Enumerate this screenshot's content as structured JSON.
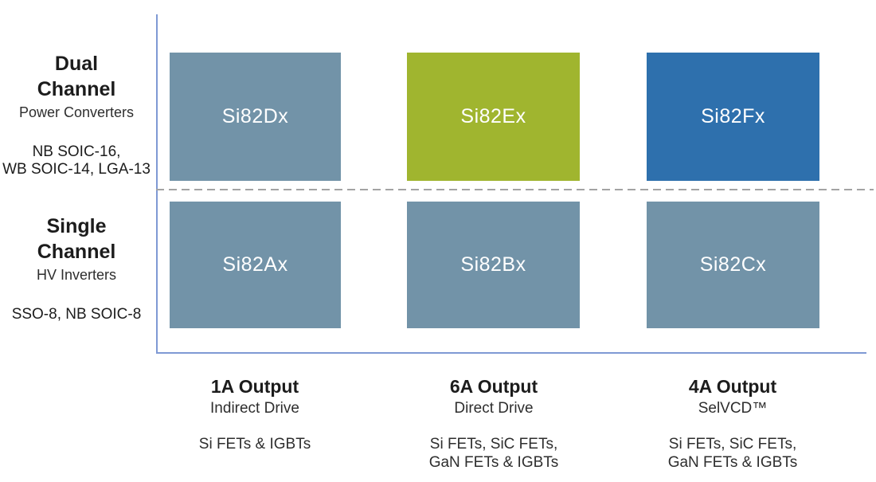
{
  "matrix": {
    "rows": [
      {
        "title": "Dual\nChannel",
        "subtitle": "Power Converters",
        "packages": "NB SOIC-16,\nWB SOIC-14, LGA-13",
        "cells": [
          {
            "label": "Si82Dx",
            "color": "#7293A8"
          },
          {
            "label": "Si82Ex",
            "color": "#A0B52F"
          },
          {
            "label": "Si82Fx",
            "color": "#2E70AD"
          }
        ]
      },
      {
        "title": "Single\nChannel",
        "subtitle": "HV Inverters",
        "packages": "SSO-8, NB SOIC-8",
        "cells": [
          {
            "label": "Si82Ax",
            "color": "#7293A8"
          },
          {
            "label": "Si82Bx",
            "color": "#7293A8"
          },
          {
            "label": "Si82Cx",
            "color": "#7293A8"
          }
        ]
      }
    ],
    "columns": [
      {
        "output": "1A Output",
        "drive": "Indirect Drive",
        "devices": "Si FETs & IGBTs"
      },
      {
        "output": "6A Output",
        "drive": "Direct Drive",
        "devices": "Si FETs, SiC FETs,\nGaN FETs & IGBTs"
      },
      {
        "output": "4A Output",
        "drive": "SelVCD™",
        "devices": "Si FETs, SiC FETs,\nGaN FETs & IGBTs"
      }
    ]
  },
  "colors": {
    "cell_slate": "#7293A8",
    "cell_green": "#A0B52F",
    "cell_blue": "#2E70AD",
    "cell_text": "#FFFFFF",
    "axis": "#7F99D4",
    "divider": "#A3A3A3",
    "text_primary": "#1C1C1C",
    "text_secondary": "#2E2E2E"
  }
}
